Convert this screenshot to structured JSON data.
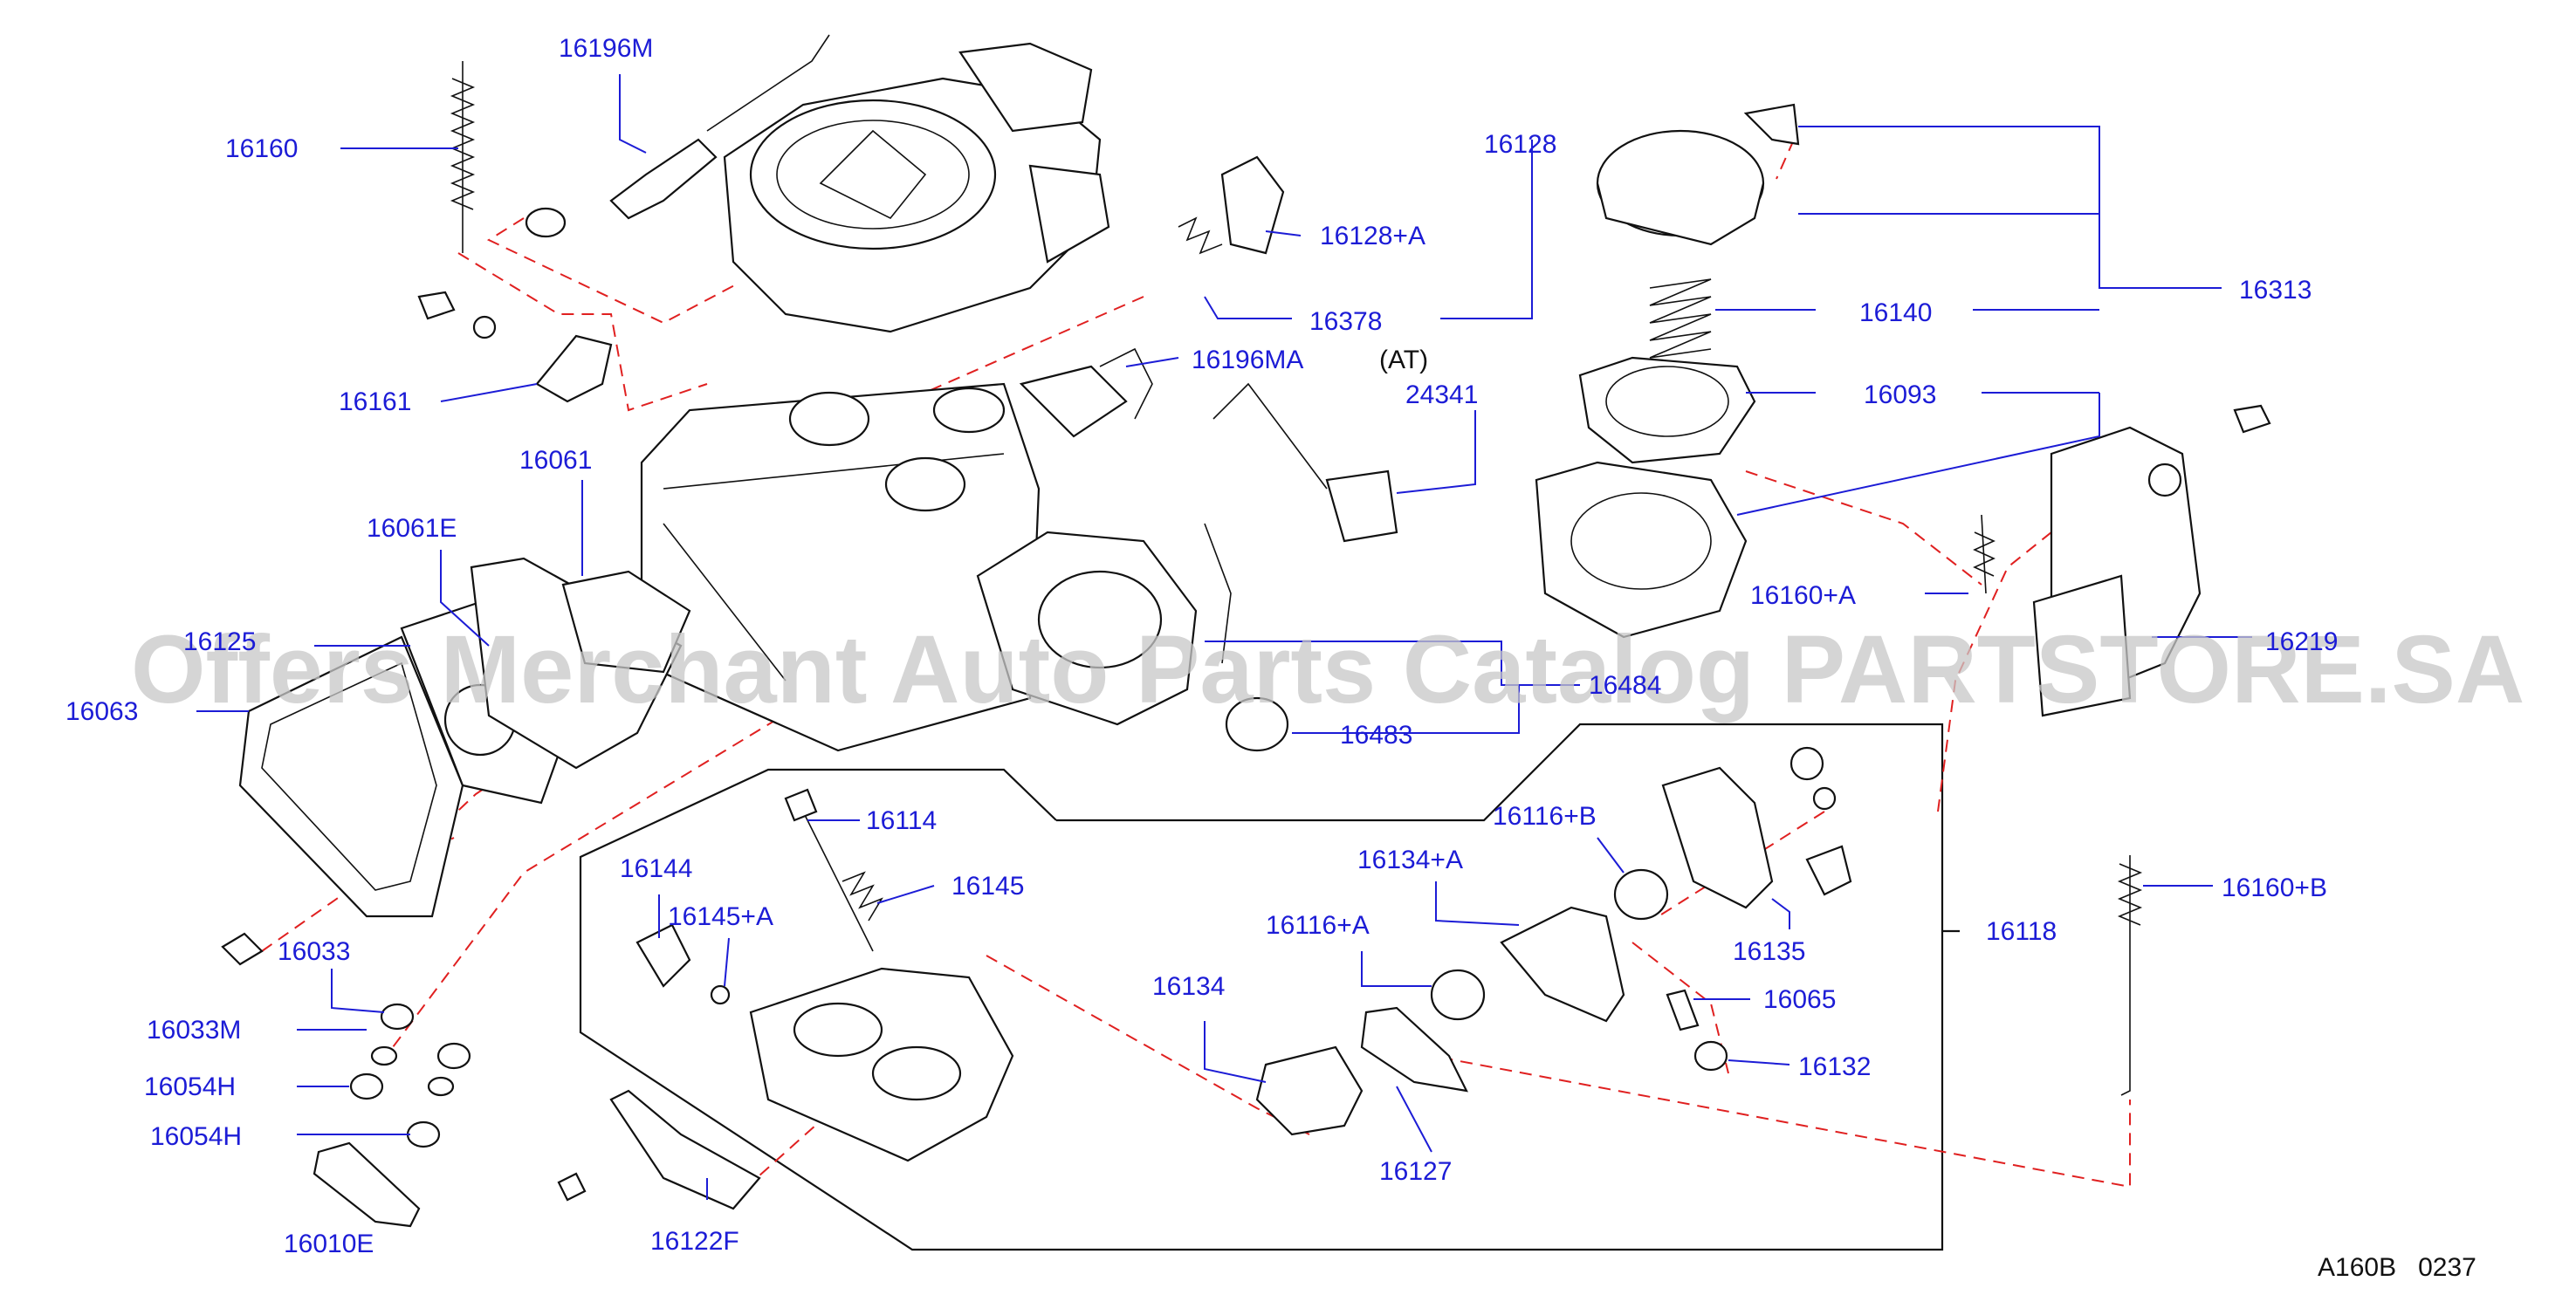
{
  "diagram": {
    "labels": {
      "l16196M": "16196M",
      "l16160": "16160",
      "l16161": "16161",
      "l16061": "16061",
      "l16061E": "16061E",
      "l16125": "16125",
      "l16063": "16063",
      "l16033": "16033",
      "l16033M": "16033M",
      "l16054H_a": "16054H",
      "l16054H_b": "16054H",
      "l16010E": "16010E",
      "l16122F": "16122F",
      "l16114": "16114",
      "l16145": "16145",
      "l16144": "16144",
      "l16145A": "16145+A",
      "l16196MA": "16196MA",
      "lAT": "(AT)",
      "l24341": "24341",
      "l16128": "16128",
      "l16128A": "16128+A",
      "l16378": "16378",
      "l16140": "16140",
      "l16093": "16093",
      "l16313": "16313",
      "l16160A": "16160+A",
      "l16219": "16219",
      "l16484": "16484",
      "l16483": "16483",
      "l16116B": "16116+B",
      "l16134A": "16134+A",
      "l16116A": "16116+A",
      "l16135": "16135",
      "l16118": "16118",
      "l16160B": "16160+B",
      "l16065": "16065",
      "l16132": "16132",
      "l16134": "16134",
      "l16127": "16127"
    },
    "watermark": "Offers Merchant Auto Parts Catalog PARTSTORE.SA",
    "code": "A160B   0237"
  }
}
